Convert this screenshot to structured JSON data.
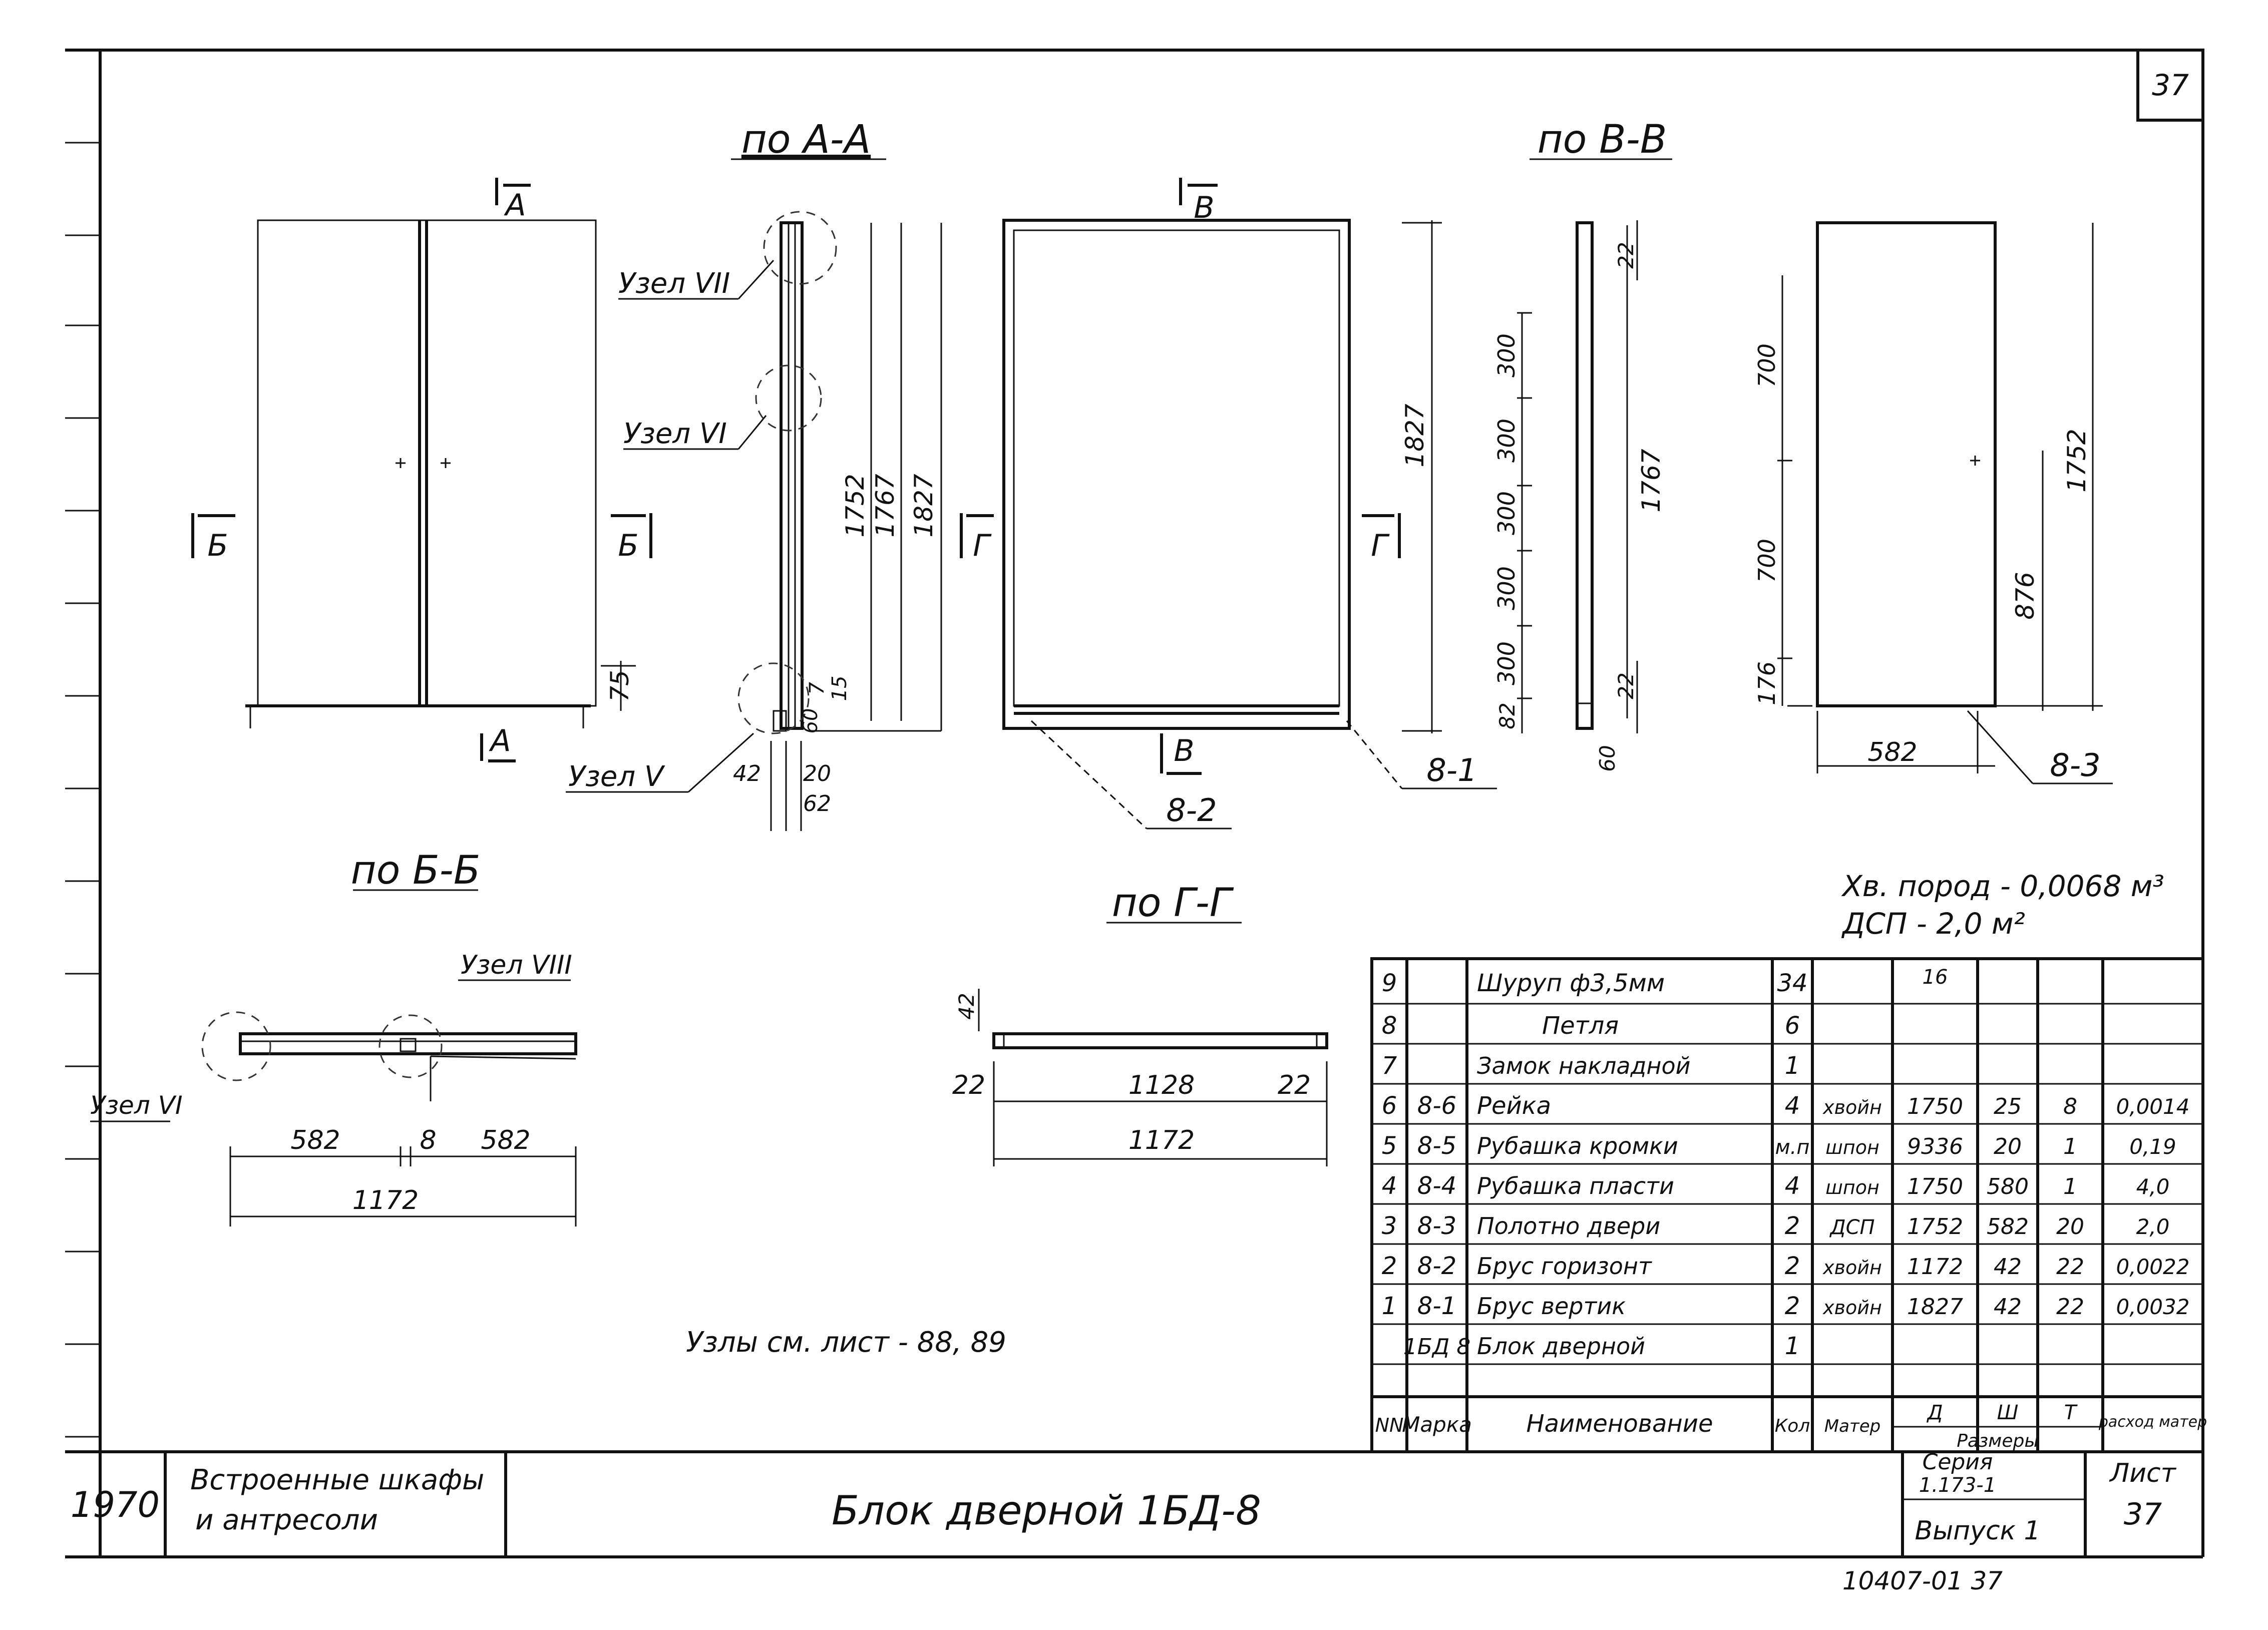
{
  "sheet_number": "37",
  "views": {
    "section_aa": "по А-А",
    "section_vv": "по В-В",
    "section_bb": "по Б-Б",
    "section_gg": "по Г-Г"
  },
  "cut_marks": {
    "a": "А",
    "b": "Б",
    "v": "В",
    "g": "Г"
  },
  "nodes": {
    "node_vii": "Узел VII",
    "node_vi": "Узел VI",
    "node_v": "Узел V",
    "node_viii": "Узел VIII",
    "node_vi_bb": "Узел VI"
  },
  "dimensions": {
    "front_75": "75",
    "aa_1752": "1752",
    "aa_1767": "1767",
    "aa_1827": "1827",
    "aa_60": "60",
    "aa_7": "7",
    "aa_15": "15",
    "aa_42": "42",
    "aa_20": "20",
    "aa_62": "62",
    "frame_1827": "1827",
    "vv_22_top": "22",
    "vv_300_1": "300",
    "vv_300_2": "300",
    "vv_300_3": "300",
    "vv_300_4": "300",
    "vv_300_5": "300",
    "vv_82": "82",
    "vv_1767": "1767",
    "vv_22_bottom": "22",
    "vv_60": "60",
    "leaf_700_top": "700",
    "leaf_700_mid": "700",
    "leaf_176": "176",
    "leaf_1752": "1752",
    "leaf_876": "876",
    "leaf_582": "582",
    "bb_582_left": "582",
    "bb_8": "8",
    "bb_582_right": "582",
    "bb_1172": "1172",
    "gg_42": "42",
    "gg_22_left": "22",
    "gg_1128": "1128",
    "gg_22_right": "22",
    "gg_1172": "1172"
  },
  "part_marks": {
    "p81": "8-1",
    "p82": "8-2",
    "p83": "8-3"
  },
  "materials_note": {
    "line1": "Хв. пород - 0,0068 м³",
    "line2": "ДСП - 2,0 м²"
  },
  "nodes_note": "Узлы см. лист - 88, 89",
  "spec_table": {
    "rows": [
      {
        "n": "9",
        "mark": "",
        "name": "Шуруп ф3,5мм",
        "qty": "34",
        "mat": "",
        "l": "16",
        "w": "",
        "t": "",
        "use": ""
      },
      {
        "n": "8",
        "mark": "",
        "name": "Петля",
        "qty": "6",
        "mat": "",
        "l": "",
        "w": "",
        "t": "",
        "use": ""
      },
      {
        "n": "7",
        "mark": "",
        "name": "Замок накладной",
        "qty": "1",
        "mat": "",
        "l": "",
        "w": "",
        "t": "",
        "use": ""
      },
      {
        "n": "6",
        "mark": "8-6",
        "name": "Рейка",
        "qty": "4",
        "mat": "хвойн",
        "l": "1750",
        "w": "25",
        "t": "8",
        "use": "0,0014"
      },
      {
        "n": "5",
        "mark": "8-5",
        "name": "Рубашка кромки",
        "qty": "м.п",
        "mat": "шпон",
        "l": "9336",
        "w": "20",
        "t": "1",
        "use": "0,19"
      },
      {
        "n": "4",
        "mark": "8-4",
        "name": "Рубашка пласти",
        "qty": "4",
        "mat": "шпон",
        "l": "1750",
        "w": "580",
        "t": "1",
        "use": "4,0"
      },
      {
        "n": "3",
        "mark": "8-3",
        "name": "Полотно двери",
        "qty": "2",
        "mat": "ДСП",
        "l": "1752",
        "w": "582",
        "t": "20",
        "use": "2,0"
      },
      {
        "n": "2",
        "mark": "8-2",
        "name": "Брус горизонт",
        "qty": "2",
        "mat": "хвойн",
        "l": "1172",
        "w": "42",
        "t": "22",
        "use": "0,0022"
      },
      {
        "n": "1",
        "mark": "8-1",
        "name": "Брус вертик",
        "qty": "2",
        "mat": "хвойн",
        "l": "1827",
        "w": "42",
        "t": "22",
        "use": "0,0032"
      },
      {
        "n": "",
        "mark": "1БД 8",
        "name": "Блок дверной",
        "qty": "1",
        "mat": "",
        "l": "",
        "w": "",
        "t": "",
        "use": ""
      }
    ],
    "header": {
      "n": "NN",
      "mark": "Марка",
      "name": "Наименование",
      "qty": "Кол",
      "mat": "Матер",
      "l": "Д",
      "w": "Ш",
      "t": "Т",
      "sizes": "Размеры",
      "use": "расход матер"
    }
  },
  "title_block": {
    "year": "1970",
    "project_line1": "Встроенные шкафы",
    "project_line2": "и антресоли",
    "title": "Блок дверной 1БД-8",
    "series_label": "Серия",
    "series_value": "1.173-1",
    "issue": "Выпуск 1",
    "sheet_label": "Лист",
    "sheet_value": "37",
    "stamp": "10407-01 37"
  }
}
